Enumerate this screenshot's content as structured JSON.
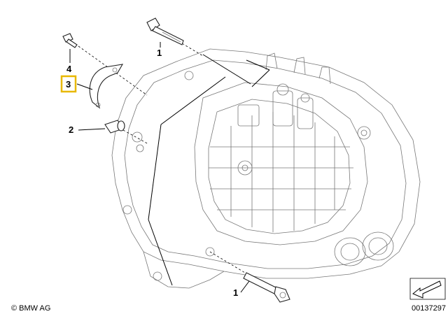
{
  "callouts": {
    "c1_top": "1",
    "c4": "4",
    "c3": "3",
    "c2": "2",
    "c1_bottom": "1"
  },
  "footer": {
    "copyright": "© BMW AG",
    "image_number": "00137297"
  },
  "colors": {
    "highlight": "#e8b800",
    "line": "#000000",
    "housing": "#777777"
  },
  "icons": {
    "arrow": "arrow-icon"
  }
}
